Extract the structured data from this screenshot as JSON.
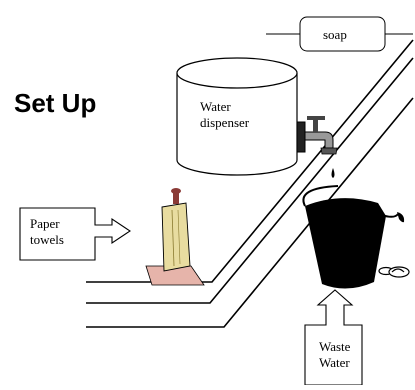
{
  "title": "Set Up",
  "labels": {
    "soap": "soap",
    "water_dispenser": [
      "Water",
      "dispenser"
    ],
    "paper_towels": [
      "Paper",
      "towels"
    ],
    "waste_water": [
      "Waste",
      "Water"
    ]
  },
  "colors": {
    "line": "#000000",
    "towel_fill": "#e8dca0",
    "towel_base": "#e6b4aa",
    "bucket": "#000000"
  },
  "icons": [
    "faucet-icon",
    "water-drop-icon",
    "paper-towel-roll-icon",
    "bucket-icon",
    "soap-bar-icon"
  ]
}
